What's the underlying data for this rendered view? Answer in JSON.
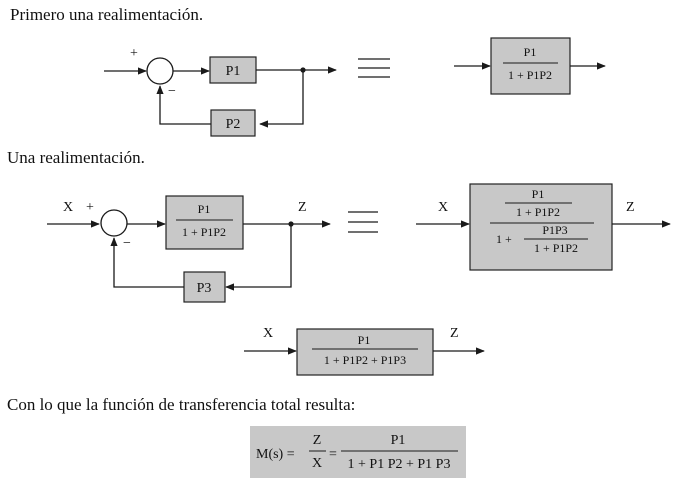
{
  "headings": {
    "first": "Primero una realimentación.",
    "second": "Una realimentación.",
    "third": "Con lo que la función de transferencia total resulta:"
  },
  "diagram1": {
    "plus": "+",
    "minus": "−",
    "forward_block": "P1",
    "feedback_block": "P2",
    "equivalent_numerator": "P1",
    "equivalent_denominator": "1 + P1P2"
  },
  "diagram2": {
    "input": "X",
    "output": "Z",
    "plus": "+",
    "minus": "−",
    "forward_numerator": "P1",
    "forward_denominator": "1 + P1P2",
    "feedback_block": "P3",
    "equiv_outer_numerator": "P1",
    "equiv_outer_numerator_denominator": "1 + P1P2",
    "equiv_denominator_one": "1 +",
    "equiv_inner_numerator": "P1P3",
    "equiv_inner_denominator": "1 + P1P2"
  },
  "diagram3": {
    "input": "X",
    "output": "Z",
    "numerator": "P1",
    "denominator": "1 + P1P2 + P1P3"
  },
  "formula": {
    "lhs": "M(s) =",
    "ratio_numerator": "Z",
    "ratio_denominator": "X",
    "equals": "=",
    "numerator": "P1",
    "denominator": "1 + P1 P2 + P1 P3"
  },
  "colors": {
    "block_fill": "#c8c8c8",
    "line": "#1a1a1a",
    "text": "#111111"
  }
}
